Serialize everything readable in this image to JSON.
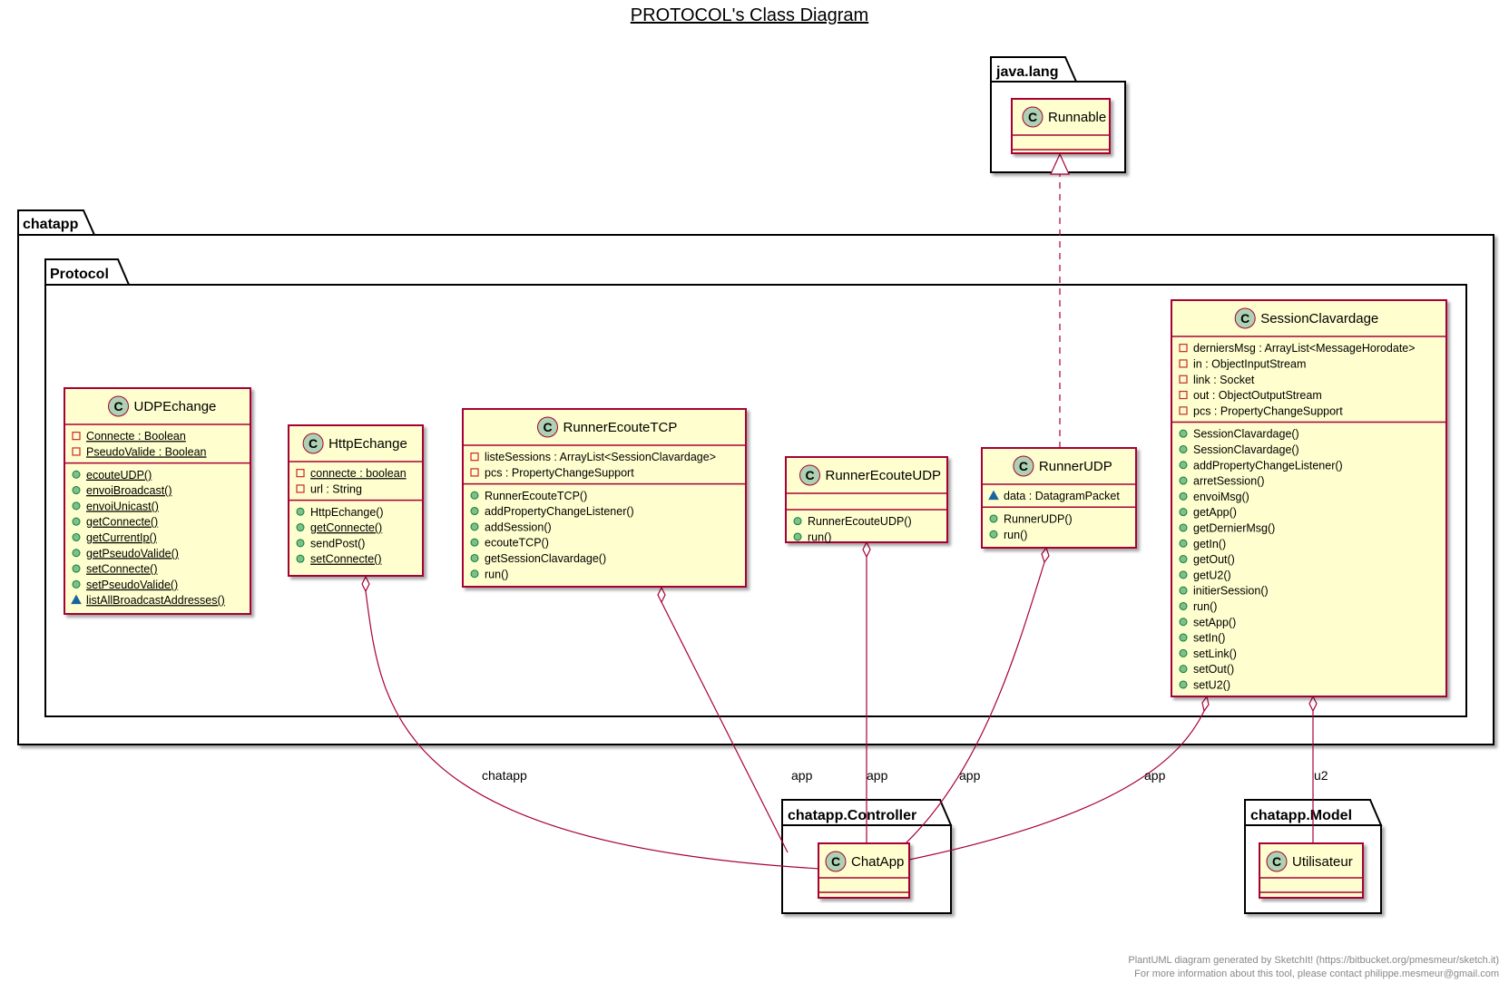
{
  "title": "PROTOCOL's Class Diagram",
  "packages": {
    "java_lang": "java.lang",
    "chatapp": "chatapp",
    "protocol": "Protocol",
    "controller": "chatapp.Controller",
    "model": "chatapp.Model"
  },
  "classes": [
    {
      "id": "Runnable",
      "name": "Runnable",
      "attributes": [],
      "methods": []
    },
    {
      "id": "UDPEchange",
      "name": "UDPEchange",
      "attributes": [
        {
          "vis": "private",
          "text": "Connecte : Boolean",
          "static": true
        },
        {
          "vis": "private",
          "text": "PseudoValide : Boolean",
          "static": true
        }
      ],
      "methods": [
        {
          "vis": "public",
          "text": "ecouteUDP()",
          "static": true
        },
        {
          "vis": "public",
          "text": "envoiBroadcast()",
          "static": true
        },
        {
          "vis": "public",
          "text": "envoiUnicast()",
          "static": true
        },
        {
          "vis": "public",
          "text": "getConnecte()",
          "static": true
        },
        {
          "vis": "public",
          "text": "getCurrentIp()",
          "static": true
        },
        {
          "vis": "public",
          "text": "getPseudoValide()",
          "static": true
        },
        {
          "vis": "public",
          "text": "setConnecte()",
          "static": true
        },
        {
          "vis": "public",
          "text": "setPseudoValide()",
          "static": true
        },
        {
          "vis": "package",
          "text": "listAllBroadcastAddresses()",
          "static": true
        }
      ]
    },
    {
      "id": "HttpEchange",
      "name": "HttpEchange",
      "attributes": [
        {
          "vis": "private",
          "text": "connecte : boolean",
          "static": true
        },
        {
          "vis": "private",
          "text": "url : String",
          "static": false
        }
      ],
      "methods": [
        {
          "vis": "public",
          "text": "HttpEchange()",
          "static": false
        },
        {
          "vis": "public",
          "text": "getConnecte()",
          "static": true
        },
        {
          "vis": "public",
          "text": "sendPost()",
          "static": false
        },
        {
          "vis": "public",
          "text": "setConnecte()",
          "static": true
        }
      ]
    },
    {
      "id": "RunnerEcouteTCP",
      "name": "RunnerEcouteTCP",
      "attributes": [
        {
          "vis": "private",
          "text": "listeSessions : ArrayList<SessionClavardage>",
          "static": false
        },
        {
          "vis": "private",
          "text": "pcs : PropertyChangeSupport",
          "static": false
        }
      ],
      "methods": [
        {
          "vis": "public",
          "text": "RunnerEcouteTCP()",
          "static": false
        },
        {
          "vis": "public",
          "text": "addPropertyChangeListener()",
          "static": false
        },
        {
          "vis": "public",
          "text": "addSession()",
          "static": false
        },
        {
          "vis": "public",
          "text": "ecouteTCP()",
          "static": false
        },
        {
          "vis": "public",
          "text": "getSessionClavardage()",
          "static": false
        },
        {
          "vis": "public",
          "text": "run()",
          "static": false
        }
      ]
    },
    {
      "id": "RunnerEcouteUDP",
      "name": "RunnerEcouteUDP",
      "attributes": [],
      "methods": [
        {
          "vis": "public",
          "text": "RunnerEcouteUDP()",
          "static": false
        },
        {
          "vis": "public",
          "text": "run()",
          "static": false
        }
      ]
    },
    {
      "id": "RunnerUDP",
      "name": "RunnerUDP",
      "attributes": [
        {
          "vis": "package",
          "text": "data : DatagramPacket",
          "static": false
        }
      ],
      "methods": [
        {
          "vis": "public",
          "text": "RunnerUDP()",
          "static": false
        },
        {
          "vis": "public",
          "text": "run()",
          "static": false
        }
      ]
    },
    {
      "id": "SessionClavardage",
      "name": "SessionClavardage",
      "attributes": [
        {
          "vis": "private",
          "text": "derniersMsg : ArrayList<MessageHorodate>",
          "static": false
        },
        {
          "vis": "private",
          "text": "in : ObjectInputStream",
          "static": false
        },
        {
          "vis": "private",
          "text": "link : Socket",
          "static": false
        },
        {
          "vis": "private",
          "text": "out : ObjectOutputStream",
          "static": false
        },
        {
          "vis": "private",
          "text": "pcs : PropertyChangeSupport",
          "static": false
        }
      ],
      "methods": [
        {
          "vis": "public",
          "text": "SessionClavardage()",
          "static": false
        },
        {
          "vis": "public",
          "text": "SessionClavardage()",
          "static": false
        },
        {
          "vis": "public",
          "text": "addPropertyChangeListener()",
          "static": false
        },
        {
          "vis": "public",
          "text": "arretSession()",
          "static": false
        },
        {
          "vis": "public",
          "text": "envoiMsg()",
          "static": false
        },
        {
          "vis": "public",
          "text": "getApp()",
          "static": false
        },
        {
          "vis": "public",
          "text": "getDernierMsg()",
          "static": false
        },
        {
          "vis": "public",
          "text": "getIn()",
          "static": false
        },
        {
          "vis": "public",
          "text": "getOut()",
          "static": false
        },
        {
          "vis": "public",
          "text": "getU2()",
          "static": false
        },
        {
          "vis": "public",
          "text": "initierSession()",
          "static": false
        },
        {
          "vis": "public",
          "text": "run()",
          "static": false
        },
        {
          "vis": "public",
          "text": "setApp()",
          "static": false
        },
        {
          "vis": "public",
          "text": "setIn()",
          "static": false
        },
        {
          "vis": "public",
          "text": "setLink()",
          "static": false
        },
        {
          "vis": "public",
          "text": "setOut()",
          "static": false
        },
        {
          "vis": "public",
          "text": "setU2()",
          "static": false
        }
      ]
    },
    {
      "id": "ChatApp",
      "name": "ChatApp",
      "attributes": [],
      "methods": []
    },
    {
      "id": "Utilisateur",
      "name": "Utilisateur",
      "attributes": [],
      "methods": []
    }
  ],
  "relations": {
    "http_chatapp": "chatapp",
    "tcp_app": "app",
    "ecouteudp_app": "app",
    "runnerudp_app": "app",
    "session_app": "app",
    "session_u2": "u2"
  },
  "footer": {
    "line1": "PlantUML diagram generated by SketchIt! (https://bitbucket.org/pmesmeur/sketch.it)",
    "line2": "For more information about this tool, please contact philippe.mesmeur@gmail.com"
  },
  "colors": {
    "class_fill": "#FEFECE",
    "class_border": "#A80036",
    "circle_fill": "#ADD1B2",
    "public_fill": "#84BE84",
    "public_stroke": "#038048",
    "private_stroke": "#C82930",
    "package_vis": "#1963A0"
  }
}
